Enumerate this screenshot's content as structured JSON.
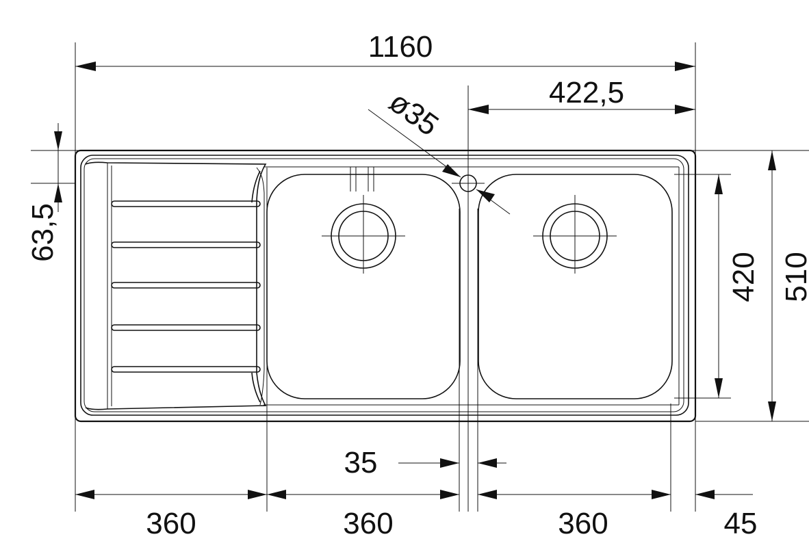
{
  "dimensions": {
    "overall_width": "1160",
    "right_offset": "422,5",
    "tap_hole": "ø35",
    "top_margin": "63,5",
    "bowl_height": "420",
    "overall_depth": "510",
    "divider_gap": "35",
    "drainer_width": "360",
    "bowl1_width": "360",
    "bowl2_width": "360",
    "right_margin": "45"
  },
  "colors": {
    "line": "#111111",
    "background": "#ffffff"
  }
}
